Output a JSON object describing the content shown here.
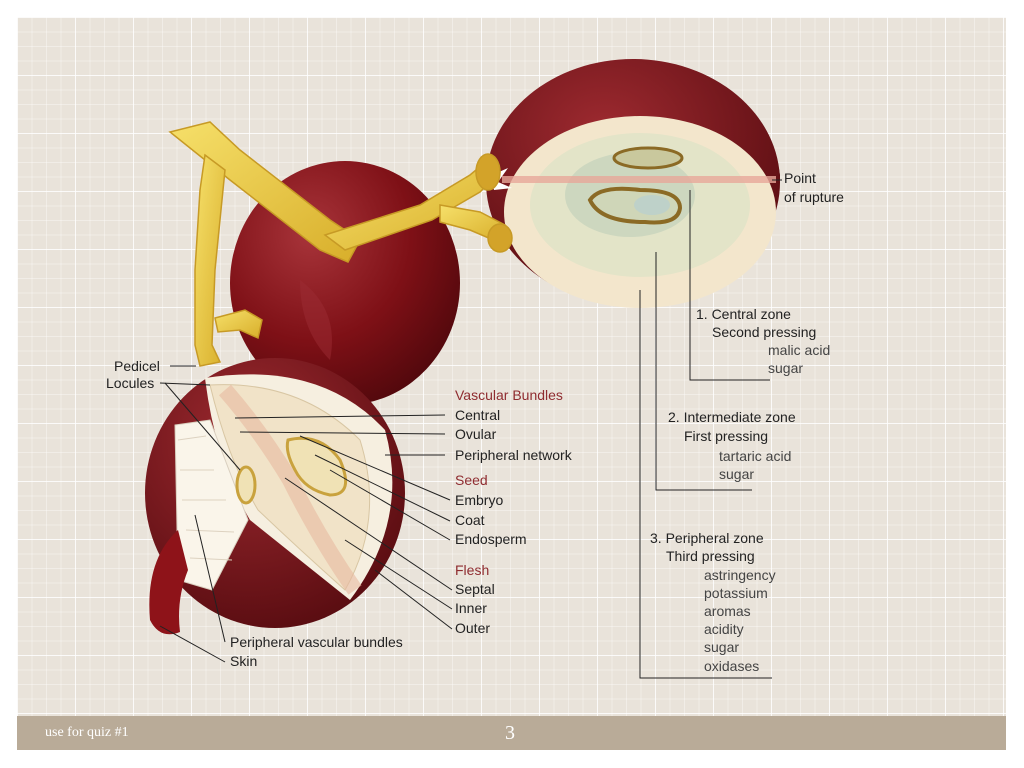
{
  "left_labels": {
    "pedicel": "Pedicel",
    "locules": "Locules",
    "peripheral_vascular_bundles": "Peripheral vascular bundles",
    "skin": "Skin"
  },
  "vascular_bundles": {
    "heading": "Vascular Bundles",
    "central": "Central",
    "ovular": "Ovular",
    "peripheral_network": "Peripheral network"
  },
  "seed": {
    "heading": "Seed",
    "embryo": "Embryo",
    "coat": "Coat",
    "endosperm": "Endosperm"
  },
  "flesh": {
    "heading": "Flesh",
    "septal": "Septal",
    "inner": "Inner",
    "outer": "Outer"
  },
  "rupture": {
    "line1": "Point",
    "line2": "of rupture"
  },
  "zones": {
    "central": {
      "title": "1. Central zone",
      "pressing": "Second pressing",
      "items": [
        "malic acid",
        "sugar"
      ]
    },
    "intermediate": {
      "title": "2. Intermediate zone",
      "pressing": "First pressing",
      "items": [
        "tartaric acid",
        "sugar"
      ]
    },
    "peripheral": {
      "title": "3. Peripheral zone",
      "pressing": "Third pressing",
      "items": [
        "astringency",
        "potassium",
        "aromas",
        "acidity",
        "sugar",
        "oxidases"
      ]
    }
  },
  "footer": {
    "note": "use for quiz #1",
    "page_number": "3"
  },
  "colors": {
    "skin": "#7e1016",
    "skin_dark": "#4c070b",
    "flesh": "#f3e6cc",
    "juice": "#dfe5cd",
    "stem": "#e9c83d",
    "label_heading": "#8f2c30"
  }
}
